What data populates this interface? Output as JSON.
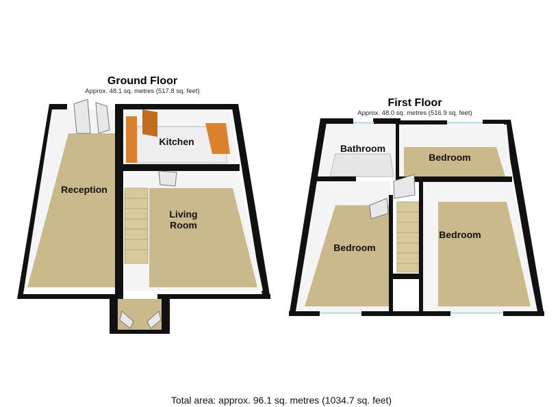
{
  "ground_floor": {
    "title": "Ground Floor",
    "area": "Approx. 48.1 sq. metres (517.8 sq. feet)",
    "rooms": {
      "reception": "Reception",
      "kitchen": "Kitchen",
      "living_1": "Living",
      "living_2": "Room"
    }
  },
  "first_floor": {
    "title": "First Floor",
    "area": "Approx. 48.0 sq. metres (516.9 sq. feet)",
    "rooms": {
      "bathroom": "Bathroom",
      "bedroom_top": "Bedroom",
      "bedroom_left": "Bedroom",
      "bedroom_right": "Bedroom"
    }
  },
  "total_area": "Total area: approx. 96.1 sq. metres (1034.7 sq. feet)",
  "colors": {
    "floor": "#c9b98b",
    "kitchen_floor": "#eeeeee",
    "wood": "#d9822b",
    "wall": "#111111"
  }
}
